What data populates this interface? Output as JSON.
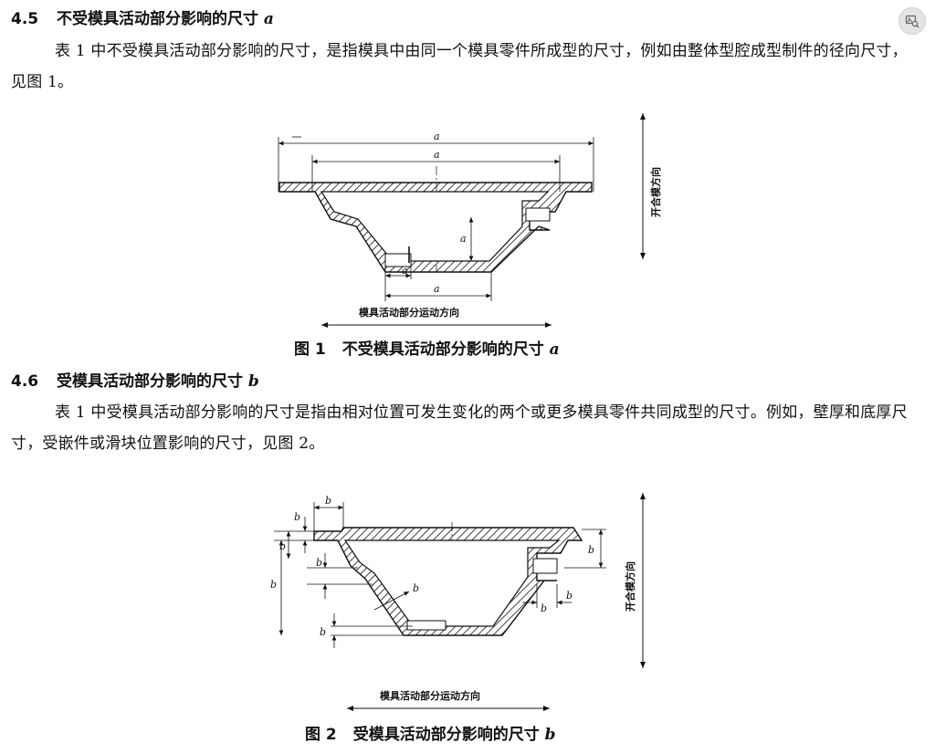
{
  "section_45": {
    "number": "4.5",
    "title": "不受模具活动部分影响的尺寸",
    "symbol": "a",
    "paragraph": "表 1 中不受模具活动部分影响的尺寸，是指模具中由同一个模具零件所成型的尺寸，例如由整体型腔成型制件的径向尺寸，见图 1。"
  },
  "figure1": {
    "dim_label": "a",
    "horizontal_direction_label": "模具活动部分运动方向",
    "vertical_direction_label": "开合模方向",
    "caption_number": "图 1",
    "caption_title": "不受模具活动部分影响的尺寸",
    "caption_symbol": "a"
  },
  "section_46": {
    "number": "4.6",
    "title": "受模具活动部分影响的尺寸",
    "symbol": "b",
    "paragraph": "表 1 中受模具活动部分影响的尺寸是指由相对位置可发生变化的两个或更多模具零件共同成型的尺寸。例如，壁厚和底厚尺寸，受嵌件或滑块位置影响的尺寸，见图 2。"
  },
  "figure2": {
    "dim_label": "b",
    "horizontal_direction_label": "模具活动部分运动方向",
    "vertical_direction_label": "开合模方向",
    "caption_number": "图 2",
    "caption_title": "受模具活动部分影响的尺寸",
    "caption_symbol": "b"
  },
  "icons": {
    "corner_button": "image-search-icon"
  }
}
